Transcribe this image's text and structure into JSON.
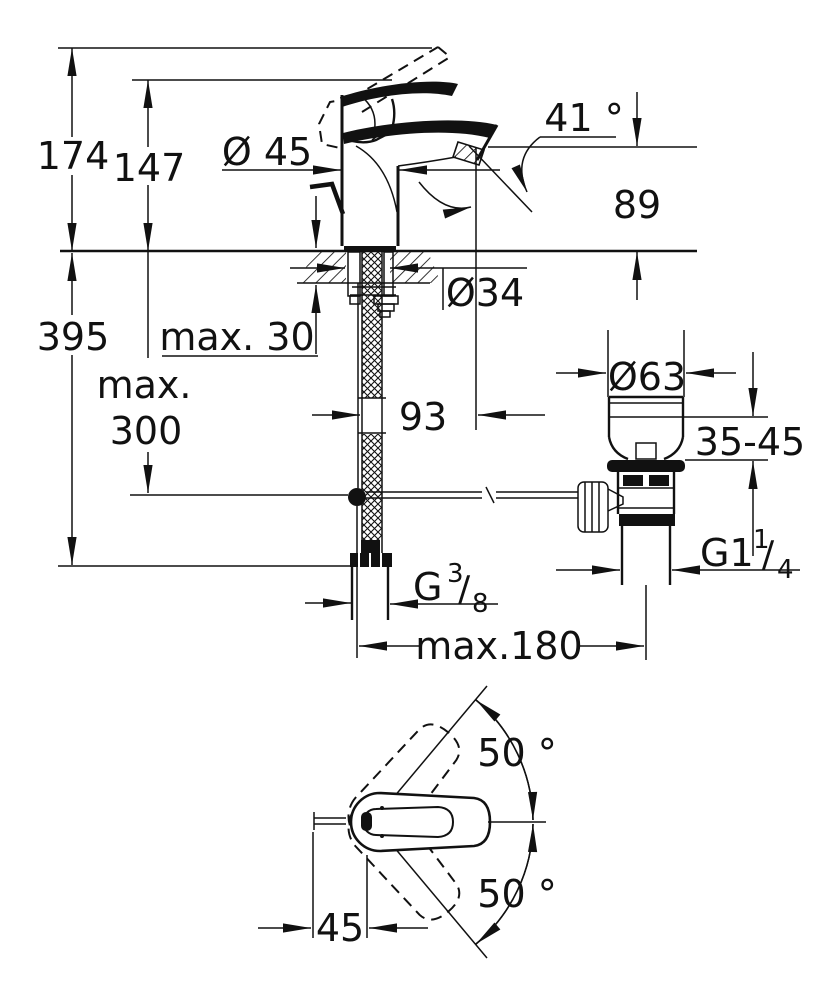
{
  "front_view": {
    "total_height": "174",
    "spout_height": "147",
    "body_diameter": "Ø 45",
    "spout_angle": "41 °",
    "outlet_height": "89",
    "below_deck_length": "395",
    "deck_thickness_max": "max. 30",
    "hole_diameter": "Ø34",
    "mount_depth_line1": "max.",
    "mount_depth_line2": "300",
    "spout_projection": "93",
    "hose_to_waste_max": "max.180",
    "supply_thread": {
      "base": "G",
      "numerator": "3",
      "slash": "/",
      "denominator": "8"
    }
  },
  "waste_assembly": {
    "flange_diameter": "Ø63",
    "basin_thickness_range": "35-45",
    "waste_thread": {
      "base": "G1",
      "numerator": "1",
      "slash": "/",
      "denominator": "4"
    }
  },
  "top_view": {
    "swing_angle_upper": "50 °",
    "swing_angle_lower": "50 °",
    "lever_offset": "45"
  }
}
